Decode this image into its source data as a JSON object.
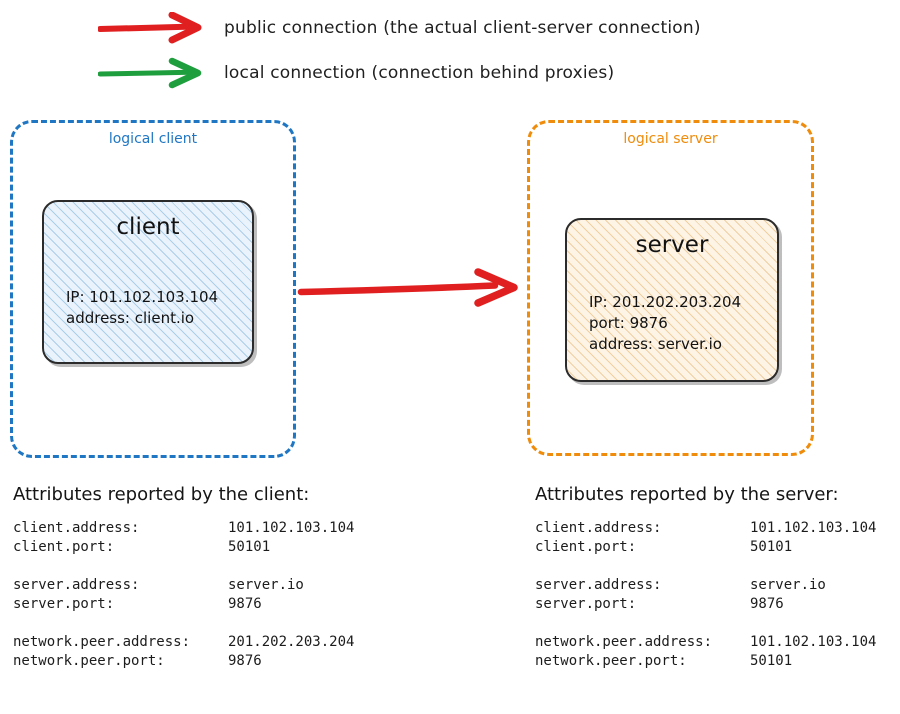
{
  "legend": {
    "items": [
      {
        "icon": "arrow-right-icon",
        "color": "#e02020",
        "label": "public connection (the actual client-server connection)"
      },
      {
        "icon": "arrow-right-icon",
        "color": "#1f9e3e",
        "label": "local connection (connection behind proxies)"
      }
    ]
  },
  "groups": {
    "client": {
      "label": "logical client",
      "color": "#1f77c4"
    },
    "server": {
      "label": "logical server",
      "color": "#ef8c0b"
    }
  },
  "nodes": {
    "client": {
      "title": "client",
      "lines": "IP: 101.102.103.104\naddress: client.io"
    },
    "server": {
      "title": "server",
      "lines": "IP: 201.202.203.204\nport: 9876\naddress: server.io"
    }
  },
  "connection": {
    "name": "public-connection-arrow",
    "color": "#e02020"
  },
  "attributes": {
    "client": {
      "title": "Attributes reported by the client:",
      "groups": [
        [
          {
            "key": "client.address:",
            "value": "101.102.103.104"
          },
          {
            "key": "client.port:",
            "value": "50101"
          }
        ],
        [
          {
            "key": "server.address:",
            "value": "server.io"
          },
          {
            "key": "server.port:",
            "value": "9876"
          }
        ],
        [
          {
            "key": "network.peer.address:",
            "value": "201.202.203.204"
          },
          {
            "key": "network.peer.port:",
            "value": "9876"
          }
        ]
      ]
    },
    "server": {
      "title": "Attributes reported by the server:",
      "groups": [
        [
          {
            "key": "client.address:",
            "value": "101.102.103.104"
          },
          {
            "key": "client.port:",
            "value": "50101"
          }
        ],
        [
          {
            "key": "server.address:",
            "value": "server.io"
          },
          {
            "key": "server.port:",
            "value": "9876"
          }
        ],
        [
          {
            "key": "network.peer.address:",
            "value": "101.102.103.104"
          },
          {
            "key": "network.peer.port:",
            "value": "50101"
          }
        ]
      ]
    }
  }
}
